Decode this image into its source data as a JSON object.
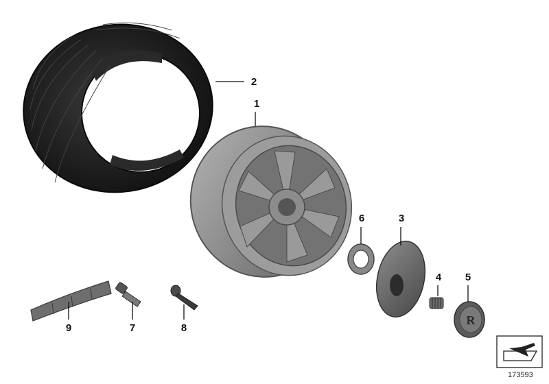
{
  "callouts": {
    "tire": "2",
    "wheel": "1",
    "ring": "6",
    "hubcap": "3",
    "spring": "4",
    "center_cap": "5",
    "balance_weight": "9",
    "wheel_bolt": "7",
    "valve": "8"
  },
  "diagram_number": "173593",
  "colors": {
    "tire": "#1c1c1c",
    "rim": "#8a8a8a",
    "parts_dark": "#555555",
    "leader_line": "#111111"
  },
  "icons": {
    "corner_symbol": "folder-arrow-icon"
  }
}
